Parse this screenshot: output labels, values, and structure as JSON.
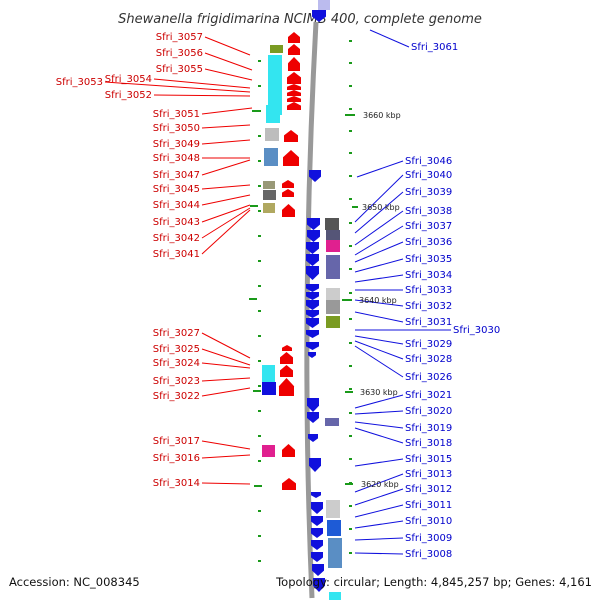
{
  "title": "Shewanella frigidimarina NCIMB 400, complete genome",
  "footer": {
    "accession": "Accession: NC_008345",
    "topology": "Topology: circular; Length: 4,845,257 bp; Genes: 4,161"
  },
  "colors": {
    "forward": "#ee0000",
    "reverse": "#1010dd",
    "tick": "#1a9a1a",
    "backbone": "#999999"
  },
  "scale_marks": [
    {
      "label": "3660 kbp"
    },
    {
      "label": "3650 kbp"
    },
    {
      "label": "3640 kbp"
    },
    {
      "label": "3630 kbp"
    },
    {
      "label": "3620 kbp"
    }
  ],
  "left_labels": [
    "Sfri_3057",
    "Sfri_3056",
    "Sfri_3055",
    "Sfri_3054",
    "Sfri_3053",
    "Sfri_3052",
    "Sfri_3051",
    "Sfri_3050",
    "Sfri_3049",
    "Sfri_3048",
    "Sfri_3047",
    "Sfri_3045",
    "Sfri_3044",
    "Sfri_3043",
    "Sfri_3042",
    "Sfri_3041",
    "Sfri_3027",
    "Sfri_3025",
    "Sfri_3024",
    "Sfri_3023",
    "Sfri_3022",
    "Sfri_3017",
    "Sfri_3016",
    "Sfri_3014"
  ],
  "right_labels": [
    "Sfri_3061",
    "Sfri_3046",
    "Sfri_3040",
    "Sfri_3039",
    "Sfri_3038",
    "Sfri_3037",
    "Sfri_3036",
    "Sfri_3035",
    "Sfri_3034",
    "Sfri_3033",
    "Sfri_3032",
    "Sfri_3031",
    "Sfri_3030",
    "Sfri_3029",
    "Sfri_3028",
    "Sfri_3026",
    "Sfri_3021",
    "Sfri_3020",
    "Sfri_3019",
    "Sfri_3018",
    "Sfri_3015",
    "Sfri_3013",
    "Sfri_3012",
    "Sfri_3011",
    "Sfri_3010",
    "Sfri_3009",
    "Sfri_3008"
  ]
}
